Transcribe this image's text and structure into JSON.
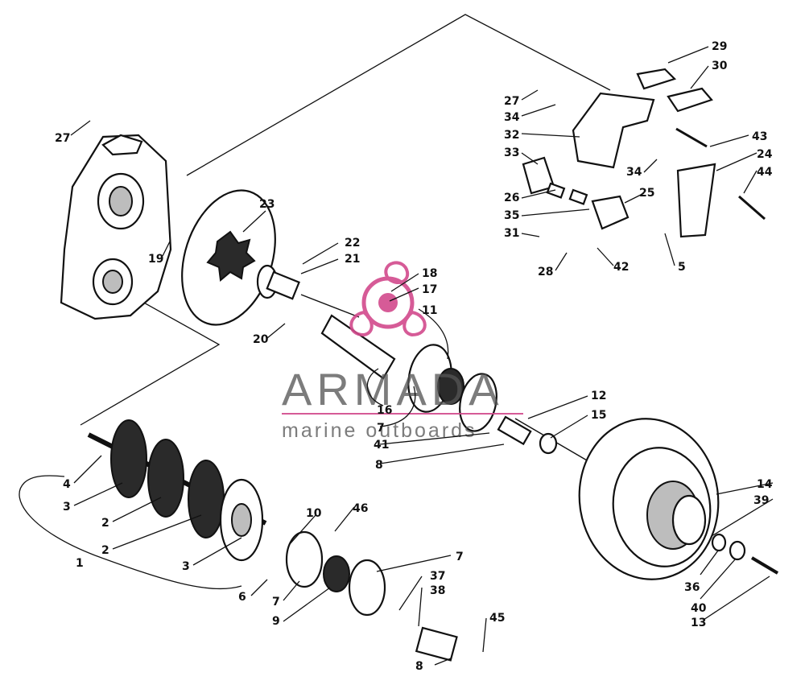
{
  "watermark": {
    "brand": "ARMADA",
    "tagline": "marine outboards",
    "brand_color": "#555555",
    "accent_color": "#d24a8c"
  },
  "callouts": [
    {
      "id": "c1",
      "text": "1"
    },
    {
      "id": "c2a",
      "text": "2"
    },
    {
      "id": "c2b",
      "text": "2"
    },
    {
      "id": "c3a",
      "text": "3"
    },
    {
      "id": "c3b",
      "text": "3"
    },
    {
      "id": "c4",
      "text": "4"
    },
    {
      "id": "c5",
      "text": "5"
    },
    {
      "id": "c6",
      "text": "6"
    },
    {
      "id": "c7a",
      "text": "7"
    },
    {
      "id": "c7b",
      "text": "7"
    },
    {
      "id": "c7c",
      "text": "7"
    },
    {
      "id": "c8a",
      "text": "8"
    },
    {
      "id": "c8b",
      "text": "8"
    },
    {
      "id": "c9",
      "text": "9"
    },
    {
      "id": "c10",
      "text": "10"
    },
    {
      "id": "c11",
      "text": "11"
    },
    {
      "id": "c12",
      "text": "12"
    },
    {
      "id": "c13",
      "text": "13"
    },
    {
      "id": "c14",
      "text": "14"
    },
    {
      "id": "c15",
      "text": "15"
    },
    {
      "id": "c16",
      "text": "16"
    },
    {
      "id": "c17",
      "text": "17"
    },
    {
      "id": "c18",
      "text": "18"
    },
    {
      "id": "c19",
      "text": "19"
    },
    {
      "id": "c20",
      "text": "20"
    },
    {
      "id": "c21",
      "text": "21"
    },
    {
      "id": "c22",
      "text": "22"
    },
    {
      "id": "c23",
      "text": "23"
    },
    {
      "id": "c24",
      "text": "24"
    },
    {
      "id": "c25",
      "text": "25"
    },
    {
      "id": "c26",
      "text": "26"
    },
    {
      "id": "c27a",
      "text": "27"
    },
    {
      "id": "c27b",
      "text": "27"
    },
    {
      "id": "c28",
      "text": "28"
    },
    {
      "id": "c29",
      "text": "29"
    },
    {
      "id": "c30",
      "text": "30"
    },
    {
      "id": "c31",
      "text": "31"
    },
    {
      "id": "c32",
      "text": "32"
    },
    {
      "id": "c33",
      "text": "33"
    },
    {
      "id": "c34a",
      "text": "34"
    },
    {
      "id": "c34b",
      "text": "34"
    },
    {
      "id": "c35",
      "text": "35"
    },
    {
      "id": "c36",
      "text": "36"
    },
    {
      "id": "c37",
      "text": "37"
    },
    {
      "id": "c38",
      "text": "38"
    },
    {
      "id": "c39",
      "text": "39"
    },
    {
      "id": "c40",
      "text": "40"
    },
    {
      "id": "c41",
      "text": "41"
    },
    {
      "id": "c42",
      "text": "42"
    },
    {
      "id": "c43",
      "text": "43"
    },
    {
      "id": "c44",
      "text": "44"
    },
    {
      "id": "c45",
      "text": "45"
    },
    {
      "id": "c46",
      "text": "46"
    }
  ]
}
